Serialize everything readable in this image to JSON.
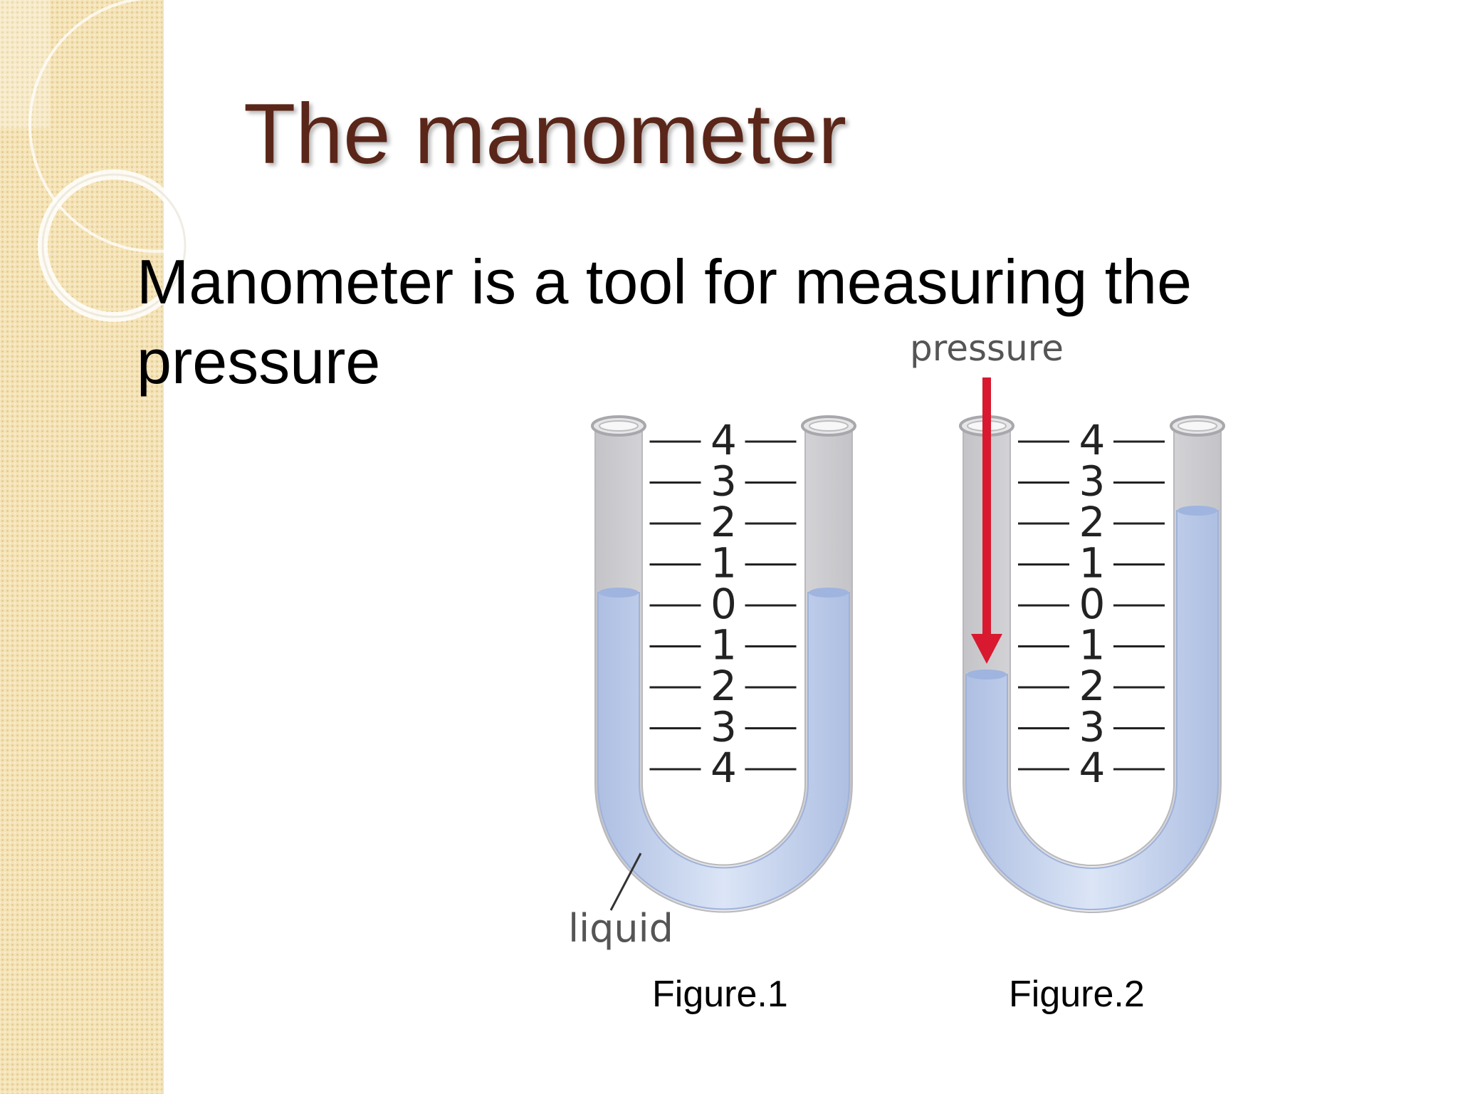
{
  "slide": {
    "title": "The manometer",
    "body": "Manometer is a tool for measuring the pressure"
  },
  "diagram": {
    "scale_labels": [
      "4",
      "3",
      "2",
      "1",
      "0",
      "1",
      "2",
      "3",
      "4"
    ],
    "figure1": {
      "caption": "Figure.1",
      "liquid_label": "liquid",
      "left_level": 0,
      "right_level": 0
    },
    "figure2": {
      "caption": "Figure.2",
      "pressure_label": "pressure",
      "left_level": -2,
      "right_level": 2
    }
  },
  "colors": {
    "title": "#5a2619",
    "liquid": "#c9d7ef",
    "pressure_arrow": "#d8192f",
    "sidebar": "#f5e3b6"
  }
}
